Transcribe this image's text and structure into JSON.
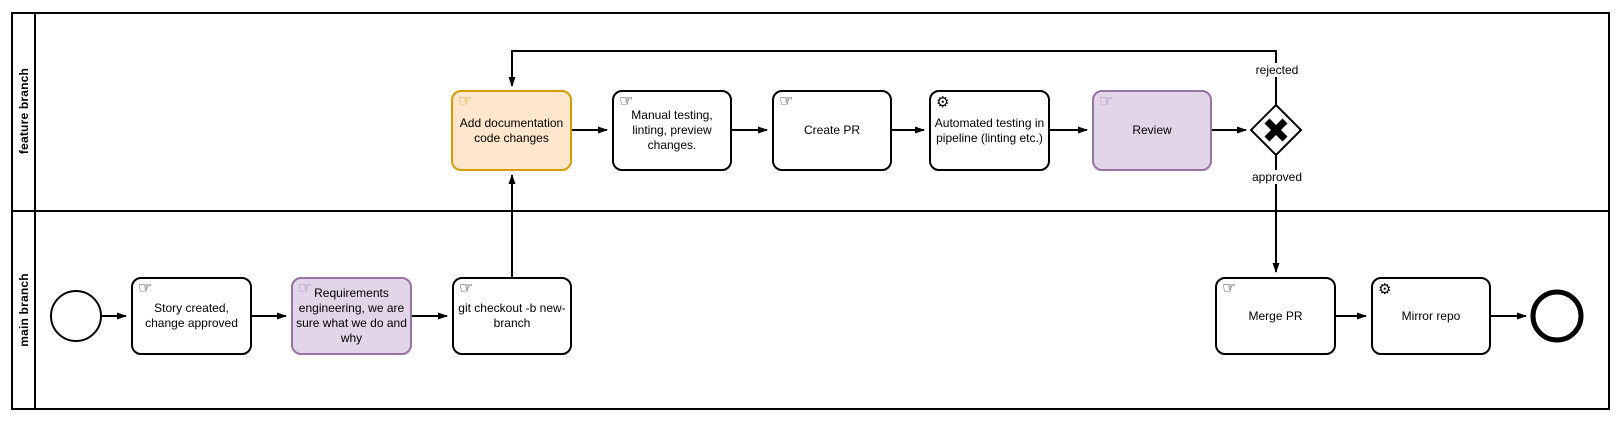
{
  "diagram": {
    "type": "bpmn-swimlane-flowchart",
    "lanes": [
      {
        "label": "feature branch"
      },
      {
        "label": "main branch"
      }
    ],
    "icons": {
      "manual_task_glyph": "☞",
      "service_task_glyph": "⚙"
    },
    "tasks": [
      {
        "label": "Add documentation code changes",
        "type": "manual",
        "fill": "#FFE6CC",
        "stroke": "#D79B00"
      },
      {
        "label": "Manual testing, linting, preview changes.",
        "type": "manual",
        "fill": "#FFFFFF",
        "stroke": "#000000"
      },
      {
        "label": "Create PR",
        "type": "manual",
        "fill": "#FFFFFF",
        "stroke": "#000000"
      },
      {
        "label": "Automated testing in pipeline (linting etc.)",
        "type": "service",
        "fill": "#FFFFFF",
        "stroke": "#000000"
      },
      {
        "label": "Review",
        "type": "manual",
        "fill": "#E1D5E7",
        "stroke": "#9673A6"
      },
      {
        "label": "Story created, change approved",
        "type": "manual",
        "fill": "#FFFFFF",
        "stroke": "#000000"
      },
      {
        "label": "Requirements engineering, we are sure what we do and why",
        "type": "manual",
        "fill": "#E1D5E7",
        "stroke": "#9673A6"
      },
      {
        "label": "git checkout -b new-branch",
        "type": "manual",
        "fill": "#FFFFFF",
        "stroke": "#000000"
      },
      {
        "label": "Merge PR",
        "type": "manual",
        "fill": "#FFFFFF",
        "stroke": "#000000"
      },
      {
        "label": "Mirror repo",
        "type": "service",
        "fill": "#FFFFFF",
        "stroke": "#000000"
      }
    ],
    "gateway": {
      "kind": "exclusive-x"
    },
    "edge_labels": {
      "rejected": "rejected",
      "approved": "approved"
    },
    "events": {
      "start": "start-event",
      "end": "end-event"
    },
    "colors": {
      "line": "#000000",
      "orange_fill": "#FFE6CC",
      "orange_stroke": "#D79B00",
      "purple_fill": "#E1D5E7",
      "purple_stroke": "#9673A6"
    }
  }
}
